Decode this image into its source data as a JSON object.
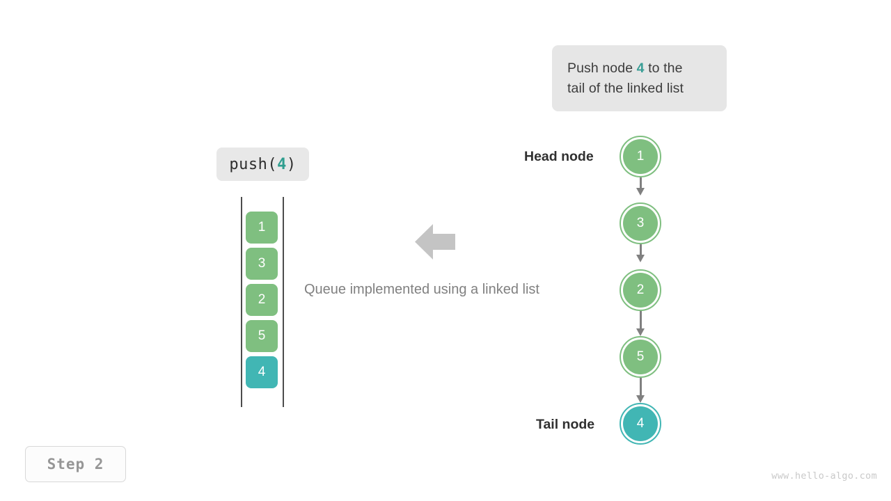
{
  "colors": {
    "green": "#7fbf80",
    "teal": "#41b6b4",
    "teal_text": "#3a9e96",
    "arrow_gray": "#808080",
    "big_arrow_gray": "#c4c4c4",
    "chip_bg": "#e6e6e6",
    "caption_gray": "#808080",
    "label_dark": "#303030",
    "watermark_gray": "#c9c9c9"
  },
  "callout": {
    "line1_prefix": "Push node ",
    "highlight": "4",
    "line1_suffix": " to the",
    "line2": "tail of the linked list",
    "full_text": "Push node 4 to the tail of the linked list"
  },
  "push_chip": {
    "prefix": "push(",
    "value": "4",
    "suffix": ")",
    "full_text": "push(4)"
  },
  "queue": {
    "cells": [
      {
        "value": "1",
        "color": "green"
      },
      {
        "value": "3",
        "color": "green"
      },
      {
        "value": "2",
        "color": "green"
      },
      {
        "value": "5",
        "color": "green"
      },
      {
        "value": "4",
        "color": "teal"
      }
    ]
  },
  "caption": {
    "text": "Queue implemented using a linked list"
  },
  "linked_list": {
    "head_label": "Head node",
    "tail_label": "Tail node",
    "nodes": [
      {
        "value": "1",
        "color": "green"
      },
      {
        "value": "3",
        "color": "green"
      },
      {
        "value": "2",
        "color": "green"
      },
      {
        "value": "5",
        "color": "green"
      },
      {
        "value": "4",
        "color": "teal"
      }
    ]
  },
  "step_badge": {
    "text": "Step 2"
  },
  "watermark": {
    "text": "www.hello-algo.com"
  }
}
